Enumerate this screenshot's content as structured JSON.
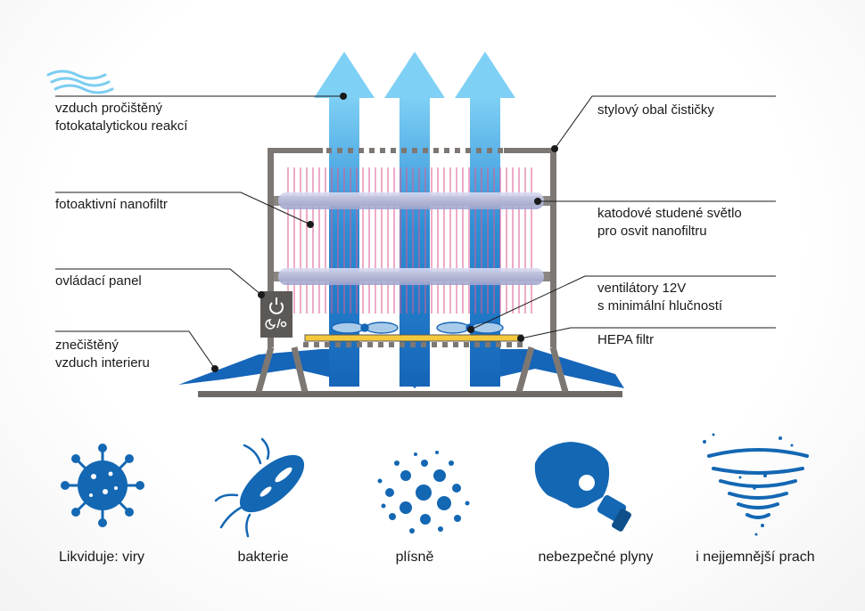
{
  "labels": {
    "left": [
      {
        "lines": [
          "vzduch pročištěný",
          "fotokatalytickou reakcí"
        ]
      },
      {
        "lines": [
          "fotoaktivní nanofiltr"
        ]
      },
      {
        "lines": [
          "ovládací panel"
        ]
      },
      {
        "lines": [
          "znečištěný",
          "vzduch interieru"
        ]
      }
    ],
    "right": [
      {
        "lines": [
          "stylový obal čističky"
        ]
      },
      {
        "lines": [
          "katodové studené světlo",
          "pro osvit nanofiltru"
        ]
      },
      {
        "lines": [
          "ventilátory 12V",
          "s minimální hlučností"
        ]
      },
      {
        "lines": [
          "HEPA filtr"
        ]
      }
    ]
  },
  "bottom": {
    "items": [
      {
        "label": "Likviduje: viry",
        "icon": "virus-icon"
      },
      {
        "label": "bakterie",
        "icon": "bacteria-icon"
      },
      {
        "label": "plísně",
        "icon": "mold-spores-icon"
      },
      {
        "label": "nebezpečné plyny",
        "icon": "gas-mask-icon"
      },
      {
        "label": "i nejjemnější prach",
        "icon": "dust-tornado-icon"
      }
    ]
  },
  "colors": {
    "frame": "#7d7773",
    "arrow_dark": "#1565b8",
    "arrow_light": "#6cc6f2",
    "filter_lines": "#e05b92",
    "icon_blue": "#1367b3",
    "hepa": "#f4c83c"
  }
}
